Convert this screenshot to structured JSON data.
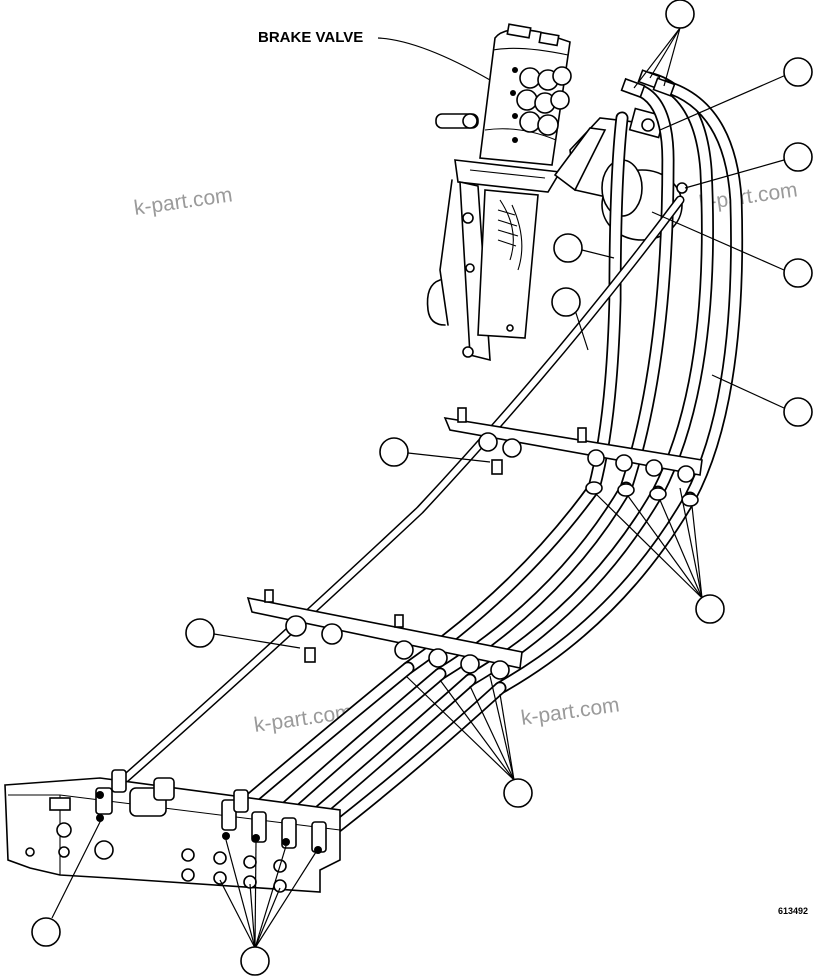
{
  "labels": {
    "brake_valve": "BRAKE VALVE",
    "figure_number": "613492"
  },
  "watermarks": [
    "k-part.com",
    "k-part.com",
    "k-part.com",
    "k-part.com"
  ],
  "callouts": [
    {
      "id": "c1"
    },
    {
      "id": "c2"
    },
    {
      "id": "c3"
    },
    {
      "id": "c4"
    },
    {
      "id": "c5"
    },
    {
      "id": "c6"
    },
    {
      "id": "c7"
    },
    {
      "id": "c8"
    },
    {
      "id": "c9"
    },
    {
      "id": "c10"
    },
    {
      "id": "c11"
    },
    {
      "id": "c12"
    },
    {
      "id": "c13"
    },
    {
      "id": "c14"
    }
  ]
}
